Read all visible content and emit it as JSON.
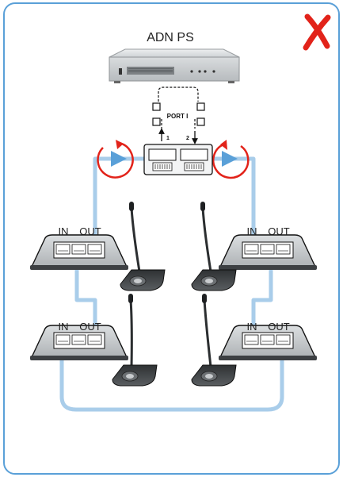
{
  "title": "ADN PS",
  "port_label": "PORT I",
  "port_numbers": [
    "1",
    "2"
  ],
  "units": [
    {
      "in_label": "IN",
      "out_label": "OUT"
    },
    {
      "in_label": "IN",
      "out_label": "OUT"
    },
    {
      "in_label": "IN",
      "out_label": "OUT"
    },
    {
      "in_label": "IN",
      "out_label": "OUT"
    }
  ],
  "status_icon": "cross-mark-icon",
  "colors": {
    "frame": "#5aa0d8",
    "cable": "#a9cdea",
    "loop": "#e2231a",
    "cross": "#e2231a",
    "device": "#b9bdc0",
    "device_dark": "#4a4d50"
  }
}
